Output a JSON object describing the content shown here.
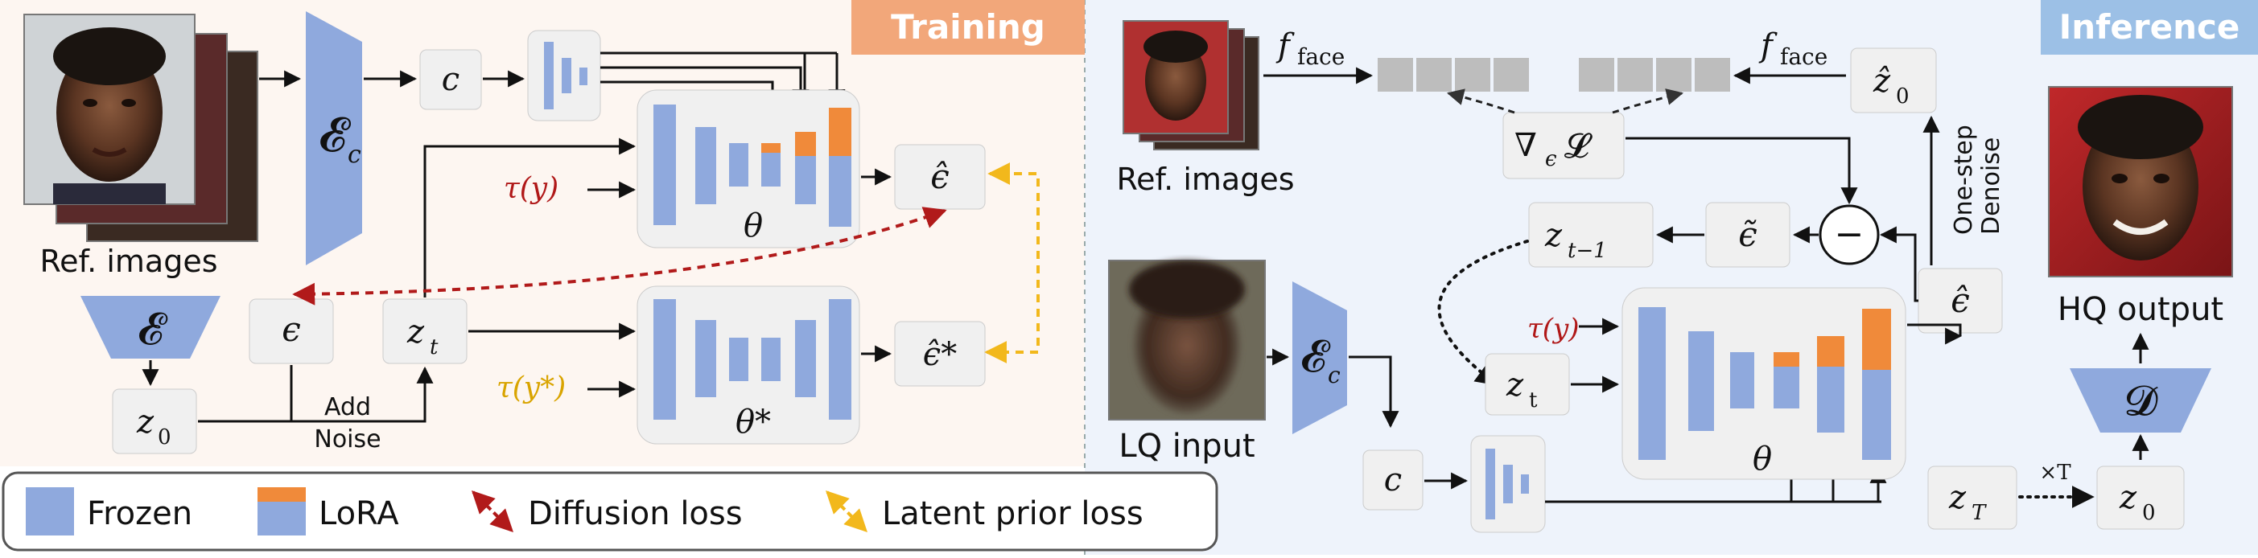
{
  "training": {
    "tag": "Training",
    "ref_caption": "Ref. images",
    "enc_c": "𝓔",
    "enc_c_sub": "c",
    "enc": "𝓔",
    "c": "c",
    "z0": "z",
    "z0_sub": "0",
    "eps": "ϵ",
    "zt": "z",
    "zt_sub": "t",
    "add_noise_1": "Add",
    "add_noise_2": "Noise",
    "tau_y": "τ(y)",
    "tau_ystar": "τ(y*)",
    "theta": "θ",
    "theta_star": "θ*",
    "eps_hat": "ϵ̂",
    "eps_hat_star": "ϵ̂*"
  },
  "inference": {
    "tag": "Inference",
    "ref_caption": "Ref. images",
    "lq_caption": "LQ input",
    "hq_caption": "HQ output",
    "f_face_left": "f",
    "f_face_left_sub": "face",
    "f_face_right": "f",
    "f_face_right_sub": "face",
    "grad_loss": "∇",
    "grad_loss_sub": "ϵ",
    "grad_loss_L": "𝓛",
    "z0_hat": "ẑ",
    "z0_hat_sub": "0",
    "one_step_1": "One-step",
    "one_step_2": "Denoise",
    "minus": "−",
    "z_tm1": "z",
    "z_tm1_sub": "t−1",
    "eps_tilde": "ϵ̃",
    "eps_hat": "ϵ̂",
    "tau_y": "τ(y)",
    "zt": "z",
    "zt_sub": "t",
    "enc_c": "𝓔",
    "enc_c_sub": "c",
    "c": "c",
    "theta": "θ",
    "zT": "z",
    "zT_sub": "T",
    "times_T": "×T",
    "z0": "z",
    "z0_sub": "0",
    "dec": "𝓓"
  },
  "legend": {
    "frozen": "Frozen",
    "lora": "LoRA",
    "diffusion_loss": "Diffusion loss",
    "latent_prior_loss": "Latent prior loss"
  },
  "colors": {
    "frozen": "#8fa9dd",
    "lora": "#f08a3a",
    "diffusion_loss": "#b11a1a",
    "latent_prior_loss": "#f2b81c",
    "training_bg": "#fdf6f1",
    "inference_bg": "#eef3fb",
    "training_tag": "#f2a77a",
    "inference_tag": "#9cc0e6",
    "box_fill": "#f0f0f0",
    "tau_y_text": "#b01818",
    "tau_ystar_text": "#d9a400"
  }
}
